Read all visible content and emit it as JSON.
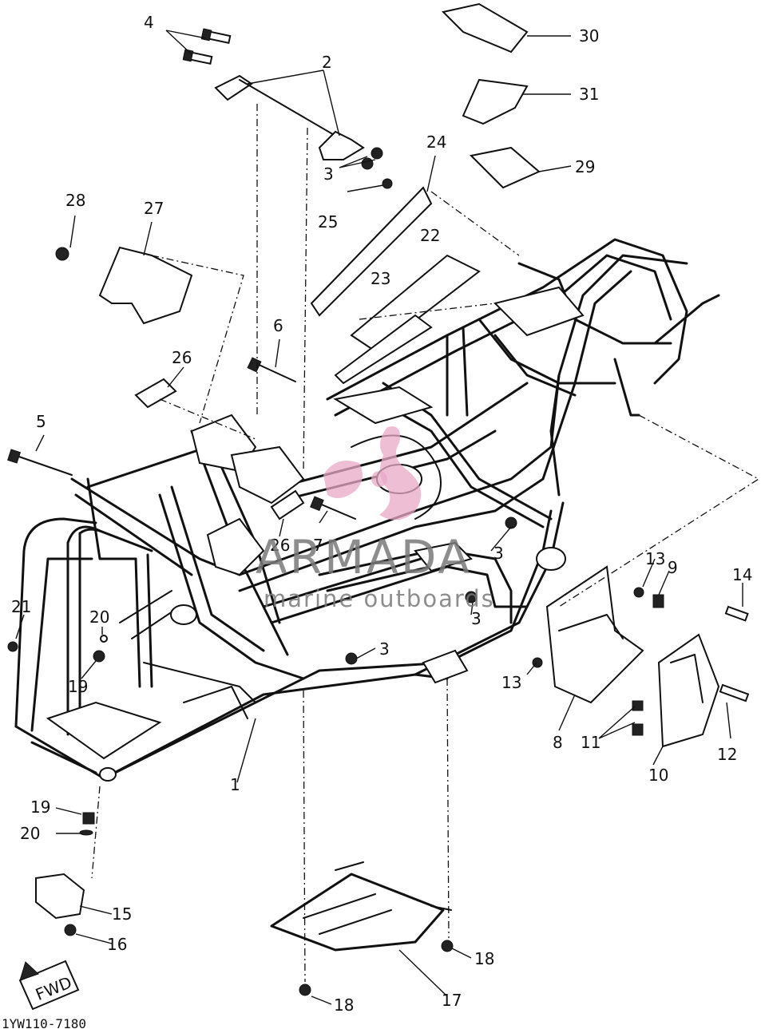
{
  "diagram": {
    "code": "1YW110-7180",
    "direction_badge": "FWD",
    "watermark": {
      "brand": "ARMADA",
      "tagline": "marine outboards"
    },
    "callouts": {
      "c1": "1",
      "c2": "2",
      "c3a": "3",
      "c3b": "3",
      "c3c": "3",
      "c3d": "3",
      "c4": "4",
      "c5": "5",
      "c6": "6",
      "c7": "7",
      "c8": "8",
      "c9": "9",
      "c10": "10",
      "c11": "11",
      "c12": "12",
      "c13a": "13",
      "c13b": "13",
      "c14": "14",
      "c15": "15",
      "c16": "16",
      "c17": "17",
      "c18a": "18",
      "c18b": "18",
      "c19a": "19",
      "c19b": "19",
      "c20a": "20",
      "c20b": "20",
      "c21": "21",
      "c22": "22",
      "c23": "23",
      "c24": "24",
      "c25": "25",
      "c26a": "26",
      "c26b": "26",
      "c27": "27",
      "c28": "28",
      "c29": "29",
      "c30": "30",
      "c31": "31"
    }
  }
}
